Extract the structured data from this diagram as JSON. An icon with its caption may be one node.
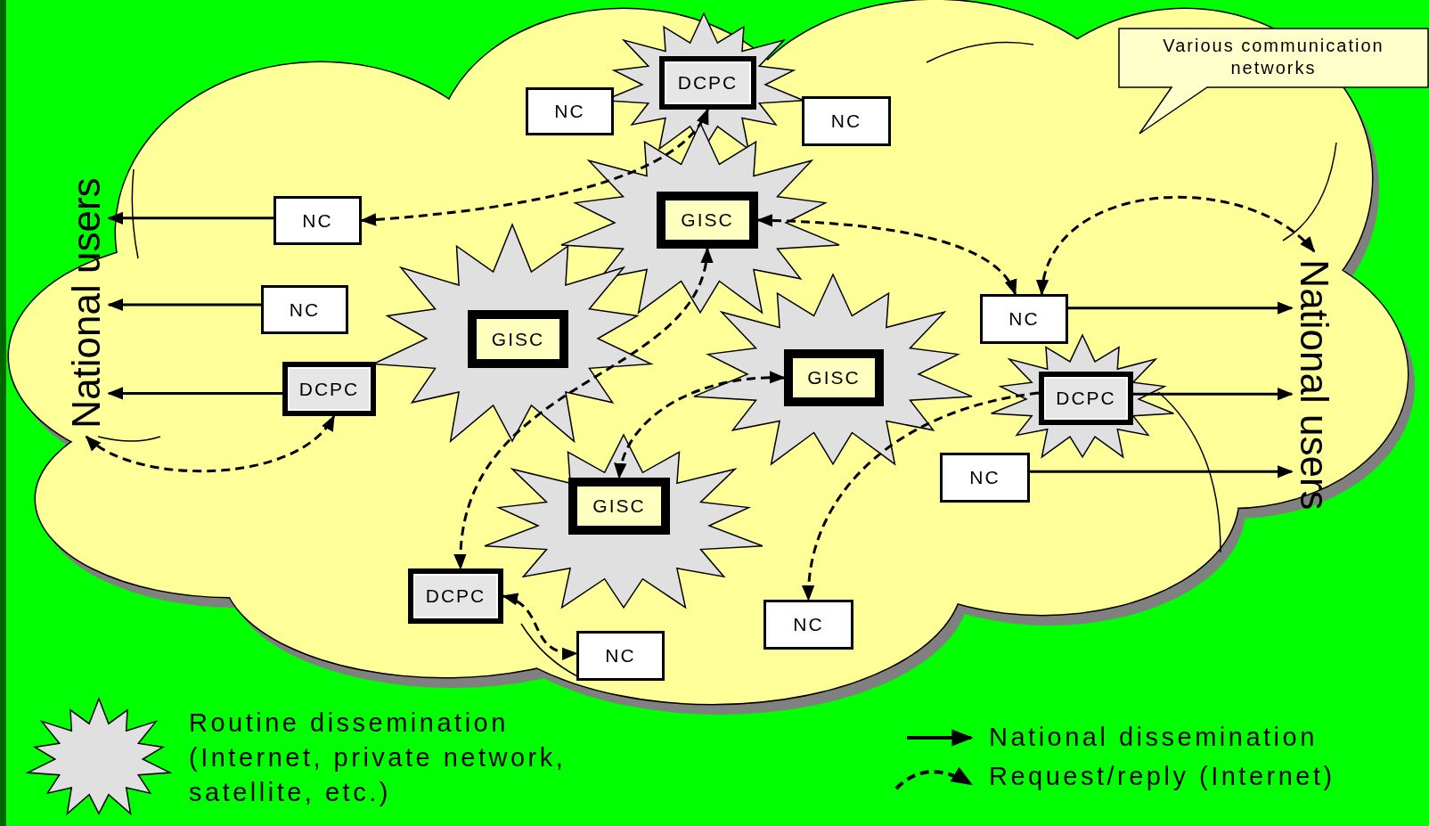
{
  "diagram": {
    "nodes": [
      {
        "text": [
          "DCPC"
        ]
      },
      {
        "text": [
          "NC"
        ]
      },
      {
        "text": [
          "NC"
        ]
      },
      {
        "text": [
          "Various communication networks"
        ]
      },
      {
        "text": [
          "NC"
        ]
      },
      {
        "text": [
          "GISC"
        ]
      },
      {
        "text": [
          "National users"
        ]
      },
      {
        "text": [
          "National users"
        ]
      },
      {
        "text": [
          "NC"
        ]
      },
      {
        "text": [
          "NC"
        ]
      },
      {
        "text": [
          "GISC"
        ]
      },
      {
        "text": [
          "GISC"
        ]
      },
      {
        "text": [
          "DCPC"
        ]
      },
      {
        "text": [
          "DCPC"
        ]
      },
      {
        "text": [
          "NC"
        ]
      },
      {
        "text": [
          "GISC"
        ]
      },
      {
        "text": [
          "DCPC"
        ]
      },
      {
        "text": [
          "NC"
        ]
      },
      {
        "text": [
          "NC"
        ]
      }
    ],
    "edges": [
      {
        "from": 4,
        "to": 6,
        "arrow": "to"
      },
      {
        "from": 8,
        "to": 6,
        "arrow": "to"
      },
      {
        "from": 12,
        "to": 6,
        "arrow": "to"
      },
      {
        "from": 9,
        "to": 7,
        "arrow": "to"
      },
      {
        "from": 13,
        "to": 7,
        "arrow": "to"
      },
      {
        "from": 14,
        "to": 7,
        "arrow": "to"
      },
      {
        "from": 4,
        "to": 0,
        "arrow": "both",
        "style": "dashed"
      },
      {
        "from": 5,
        "to": 9,
        "arrow": "both",
        "style": "dashed"
      },
      {
        "from": 9,
        "to": 7,
        "arrow": "both",
        "style": "dashed"
      },
      {
        "from": 6,
        "to": 12,
        "arrow": "both",
        "style": "dashed"
      },
      {
        "from": 5,
        "to": 16,
        "arrow": "both",
        "style": "dashed"
      },
      {
        "from": 11,
        "to": 15,
        "arrow": "both",
        "style": "dashed"
      },
      {
        "from": 13,
        "to": 17,
        "arrow": "to",
        "style": "dashed"
      },
      {
        "from": 16,
        "to": 18,
        "arrow": "both",
        "style": "dashed"
      }
    ],
    "legend": [
      {
        "text": "Routine dissemination (Internet, private network, satellite, etc.)"
      },
      {
        "text": "National dissemination"
      },
      {
        "text": "Request/reply (Internet)"
      }
    ]
  }
}
